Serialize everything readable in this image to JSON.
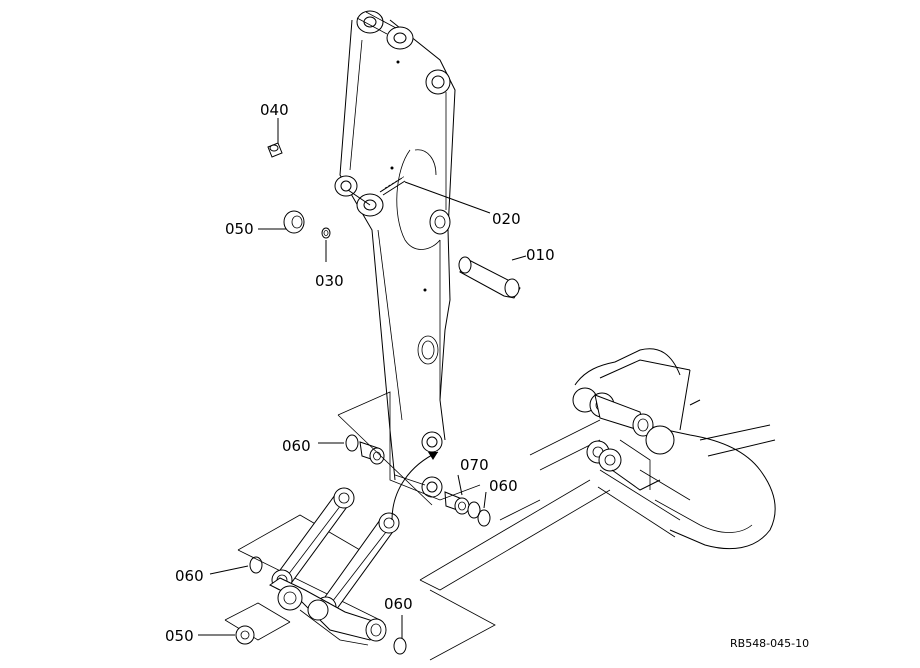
{
  "callouts": [
    {
      "id": "010",
      "text": "010"
    },
    {
      "id": "020",
      "text": "020"
    },
    {
      "id": "030",
      "text": "030"
    },
    {
      "id": "040",
      "text": "040"
    },
    {
      "id": "050a",
      "text": "050"
    },
    {
      "id": "050b",
      "text": "050"
    },
    {
      "id": "060a",
      "text": "060"
    },
    {
      "id": "060b",
      "text": "060"
    },
    {
      "id": "060c",
      "text": "060"
    },
    {
      "id": "060d",
      "text": "060"
    },
    {
      "id": "070",
      "text": "070"
    }
  ],
  "reference_code": "RB548-045-10"
}
